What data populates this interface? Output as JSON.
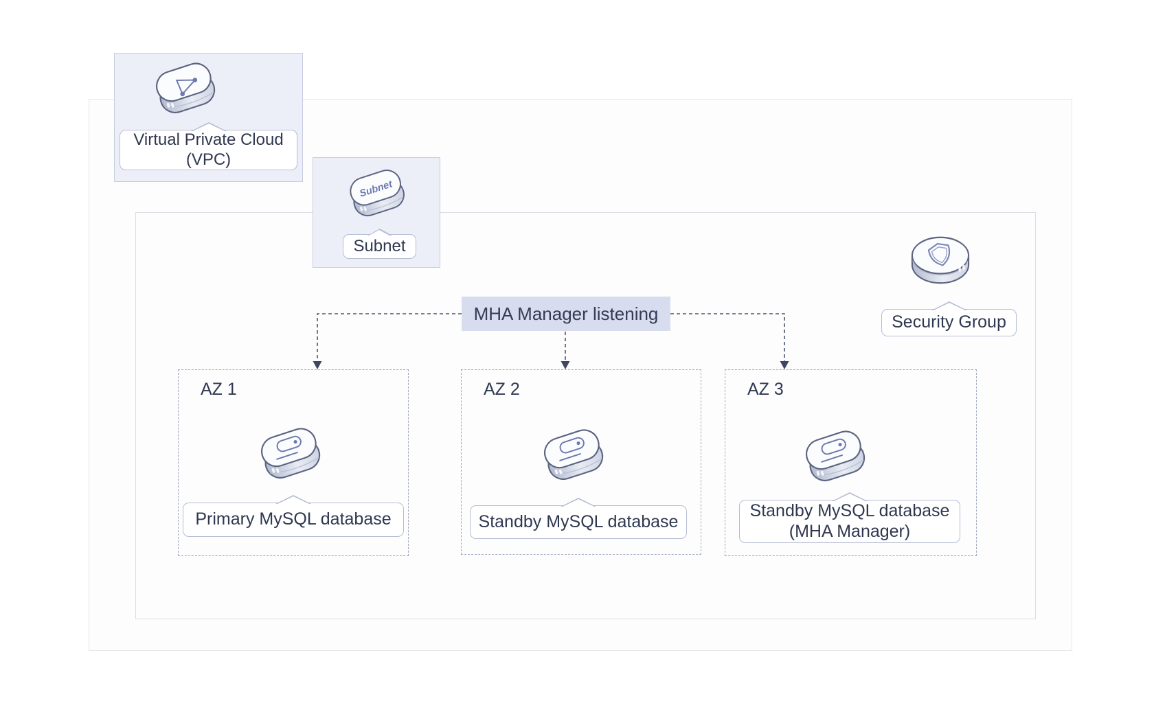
{
  "diagram": {
    "vpc": {
      "label_line1": "Virtual Private Cloud",
      "label_line2": "(VPC)"
    },
    "subnet": {
      "icon_text": "Subnet",
      "label": "Subnet"
    },
    "security_group": {
      "label": "Security Group"
    },
    "mha_banner": {
      "label": "MHA Manager listening"
    },
    "azs": [
      {
        "title": "AZ 1",
        "db_label_line1": "Primary MySQL database",
        "db_label_line2": ""
      },
      {
        "title": "AZ 2",
        "db_label_line1": "Standby MySQL database",
        "db_label_line2": ""
      },
      {
        "title": "AZ 3",
        "db_label_line1": "Standby MySQL database",
        "db_label_line2": "(MHA Manager)"
      }
    ],
    "icons": {
      "vpc": "vpc-network-capsule-icon",
      "subnet": "subnet-capsule-icon",
      "database": "mysql-database-capsule-icon",
      "security_group": "security-group-shield-disk-icon"
    },
    "colors": {
      "background": "#ffffff",
      "icon_box_fill": "#edeff8",
      "icon_box_border": "#c7ccdf",
      "banner_fill": "#d8dcef",
      "connector": "#4e5570",
      "az_dashed_border": "#a0a8c0",
      "label_border": "#b6bdd3",
      "text": "#2f3850",
      "outer_rect_border": "#e7e7ec",
      "inner_rect_border": "#dcdde7",
      "icon_outline": "#5d6480",
      "icon_glyph": "#6d79ae"
    }
  }
}
